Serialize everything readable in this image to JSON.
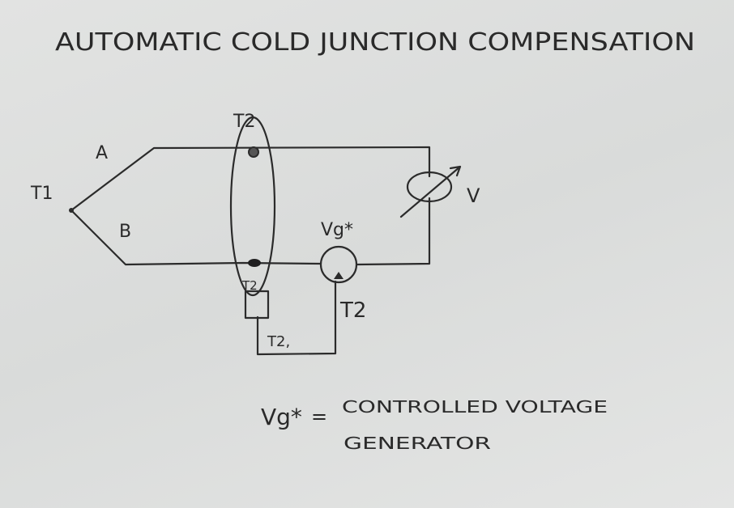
{
  "title": "AUTOMATIC COLD JUNCTION COMPENSATION",
  "labels": {
    "t1": "T1",
    "wire_a": "A",
    "wire_b": "B",
    "t2_top": "T2",
    "t2_inner": "T2",
    "t2_sensor": "T2,",
    "t2_generator": "T2",
    "vg": "Vg*",
    "v": "V"
  },
  "legend": {
    "symbol": "Vg*",
    "equals": "=",
    "line1": "CONTROLLED VOLTAGE",
    "line2": "GENERATOR"
  }
}
